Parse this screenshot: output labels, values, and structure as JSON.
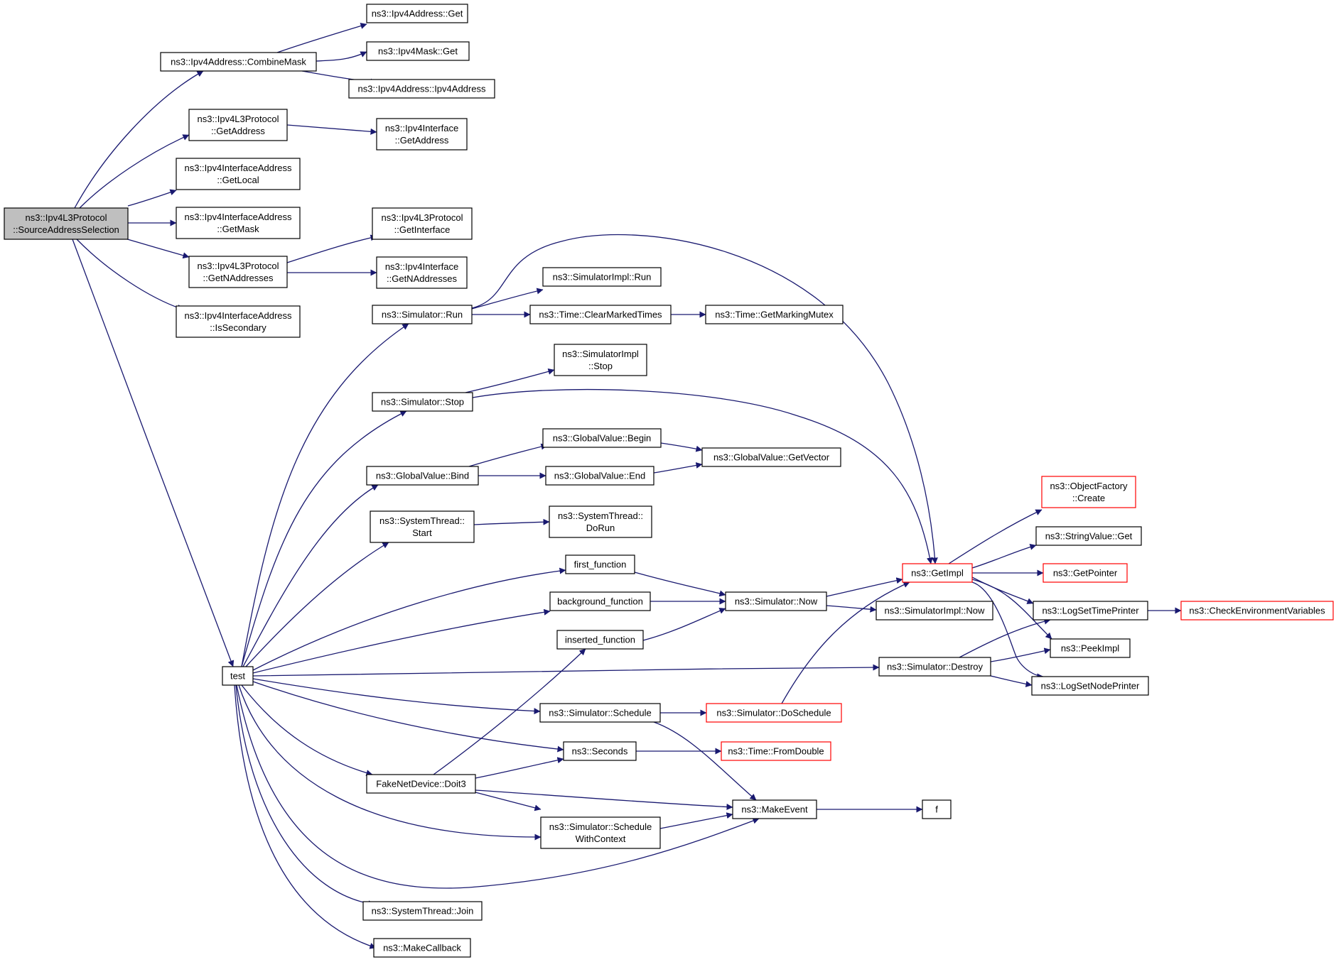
{
  "diagram": {
    "title": "",
    "nodes": [
      {
        "id": "src",
        "lines": [
          "ns3::Ipv4L3Protocol",
          "::SourceAddressSelection"
        ],
        "kind": "root"
      },
      {
        "id": "combine",
        "lines": [
          "ns3::Ipv4Address::CombineMask"
        ]
      },
      {
        "id": "addrget",
        "lines": [
          "ns3::Ipv4Address::Get"
        ]
      },
      {
        "id": "maskget",
        "lines": [
          "ns3::Ipv4Mask::Get"
        ]
      },
      {
        "id": "addrctor",
        "lines": [
          "ns3::Ipv4Address::Ipv4Address"
        ]
      },
      {
        "id": "l3getaddr",
        "lines": [
          "ns3::Ipv4L3Protocol",
          "::GetAddress"
        ]
      },
      {
        "id": "ifgetaddr",
        "lines": [
          "ns3::Ipv4Interface",
          "::GetAddress"
        ]
      },
      {
        "id": "getlocal",
        "lines": [
          "ns3::Ipv4InterfaceAddress",
          "::GetLocal"
        ]
      },
      {
        "id": "getmask",
        "lines": [
          "ns3::Ipv4InterfaceAddress",
          "::GetMask"
        ]
      },
      {
        "id": "l3getif",
        "lines": [
          "ns3::Ipv4L3Protocol",
          "::GetInterface"
        ]
      },
      {
        "id": "l3getn",
        "lines": [
          "ns3::Ipv4L3Protocol",
          "::GetNAddresses"
        ]
      },
      {
        "id": "ifgetn",
        "lines": [
          "ns3::Ipv4Interface",
          "::GetNAddresses"
        ]
      },
      {
        "id": "issec",
        "lines": [
          "ns3::Ipv4InterfaceAddress",
          "::IsSecondary"
        ]
      },
      {
        "id": "test",
        "lines": [
          "test"
        ]
      },
      {
        "id": "simrun",
        "lines": [
          "ns3::Simulator::Run"
        ]
      },
      {
        "id": "implrun",
        "lines": [
          "ns3::SimulatorImpl::Run"
        ]
      },
      {
        "id": "clearmark",
        "lines": [
          "ns3::Time::ClearMarkedTimes"
        ]
      },
      {
        "id": "markmutex",
        "lines": [
          "ns3::Time::GetMarkingMutex"
        ]
      },
      {
        "id": "implstop",
        "lines": [
          "ns3::SimulatorImpl",
          "::Stop"
        ]
      },
      {
        "id": "simstop",
        "lines": [
          "ns3::Simulator::Stop"
        ]
      },
      {
        "id": "gvbegin",
        "lines": [
          "ns3::GlobalValue::Begin"
        ]
      },
      {
        "id": "gvbind",
        "lines": [
          "ns3::GlobalValue::Bind"
        ]
      },
      {
        "id": "gvend",
        "lines": [
          "ns3::GlobalValue::End"
        ]
      },
      {
        "id": "gvvec",
        "lines": [
          "ns3::GlobalValue::GetVector"
        ]
      },
      {
        "id": "stdorun",
        "lines": [
          "ns3::SystemThread::",
          "DoRun"
        ]
      },
      {
        "id": "ststart",
        "lines": [
          "ns3::SystemThread::",
          "Start"
        ]
      },
      {
        "id": "firstf",
        "lines": [
          "first_function"
        ]
      },
      {
        "id": "bgf",
        "lines": [
          "background_function"
        ]
      },
      {
        "id": "insf",
        "lines": [
          "inserted_function"
        ]
      },
      {
        "id": "now",
        "lines": [
          "ns3::Simulator::Now"
        ]
      },
      {
        "id": "implnow",
        "lines": [
          "ns3::SimulatorImpl::Now"
        ]
      },
      {
        "id": "getimpl",
        "lines": [
          "ns3::GetImpl"
        ],
        "kind": "ext"
      },
      {
        "id": "ofcreate",
        "lines": [
          "ns3::ObjectFactory",
          "::Create"
        ],
        "kind": "ext"
      },
      {
        "id": "svget",
        "lines": [
          "ns3::StringValue::Get"
        ]
      },
      {
        "id": "getptr",
        "lines": [
          "ns3::GetPointer"
        ],
        "kind": "ext"
      },
      {
        "id": "logtime",
        "lines": [
          "ns3::LogSetTimePrinter"
        ]
      },
      {
        "id": "checkenv",
        "lines": [
          "ns3::CheckEnvironmentVariables"
        ],
        "kind": "ext"
      },
      {
        "id": "peek",
        "lines": [
          "ns3::PeekImpl"
        ]
      },
      {
        "id": "lognode",
        "lines": [
          "ns3::LogSetNodePrinter"
        ]
      },
      {
        "id": "destroy",
        "lines": [
          "ns3::Simulator::Destroy"
        ]
      },
      {
        "id": "schedule",
        "lines": [
          "ns3::Simulator::Schedule"
        ]
      },
      {
        "id": "dosched",
        "lines": [
          "ns3::Simulator::DoSchedule"
        ],
        "kind": "ext"
      },
      {
        "id": "seconds",
        "lines": [
          "ns3::Seconds"
        ]
      },
      {
        "id": "fromdbl",
        "lines": [
          "ns3::Time::FromDouble"
        ],
        "kind": "ext"
      },
      {
        "id": "doit3",
        "lines": [
          "FakeNetDevice::Doit3"
        ]
      },
      {
        "id": "makeevent",
        "lines": [
          "ns3::MakeEvent"
        ]
      },
      {
        "id": "f",
        "lines": [
          "f"
        ]
      },
      {
        "id": "schedctx",
        "lines": [
          "ns3::Simulator::Schedule",
          "WithContext"
        ]
      },
      {
        "id": "stjoin",
        "lines": [
          "ns3::SystemThread::Join"
        ]
      },
      {
        "id": "makecb",
        "lines": [
          "ns3::MakeCallback"
        ]
      }
    ]
  },
  "colors": {
    "edge": "#191970",
    "root_fill": "#bfbfbf",
    "external_stroke": "#ff0000"
  }
}
